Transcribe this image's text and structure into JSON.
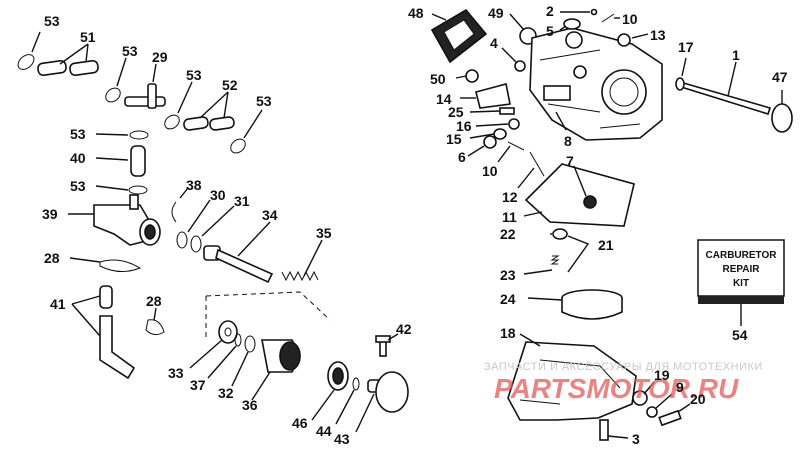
{
  "labels": {
    "l1": "1",
    "l2": "2",
    "l3": "3",
    "l4": "4",
    "l5": "5",
    "l6": "6",
    "l7": "7",
    "l8": "8",
    "l9": "9",
    "l10a": "10",
    "l10b": "10",
    "l11": "11",
    "l12": "12",
    "l13": "13",
    "l14": "14",
    "l15": "15",
    "l16": "16",
    "l17": "17",
    "l18": "18",
    "l19": "19",
    "l20": "20",
    "l21": "21",
    "l22": "22",
    "l23": "23",
    "l24": "24",
    "l25": "25",
    "l28a": "28",
    "l28b": "28",
    "l29": "29",
    "l30": "30",
    "l31": "31",
    "l32": "32",
    "l33": "33",
    "l34": "34",
    "l35": "35",
    "l36": "36",
    "l37": "37",
    "l38": "38",
    "l39": "39",
    "l40": "40",
    "l41": "41",
    "l42": "42",
    "l43": "43",
    "l44": "44",
    "l46": "46",
    "l47": "47",
    "l48": "48",
    "l49": "49",
    "l50": "50",
    "l51": "51",
    "l52": "52",
    "l53a": "53",
    "l53b": "53",
    "l53c": "53",
    "l53d": "53",
    "l53e": "53",
    "l53f": "53",
    "l54": "54"
  },
  "kit": {
    "line1": "CARBURETOR",
    "line2": "REPAIR",
    "line3": "KIT"
  },
  "watermark": {
    "text": "ЗАПЧАСТИ И АКСЕССУАРЫ ДЛЯ МОТОТЕХНИКИ",
    "logo": "PARTSMOTOR.RU"
  }
}
